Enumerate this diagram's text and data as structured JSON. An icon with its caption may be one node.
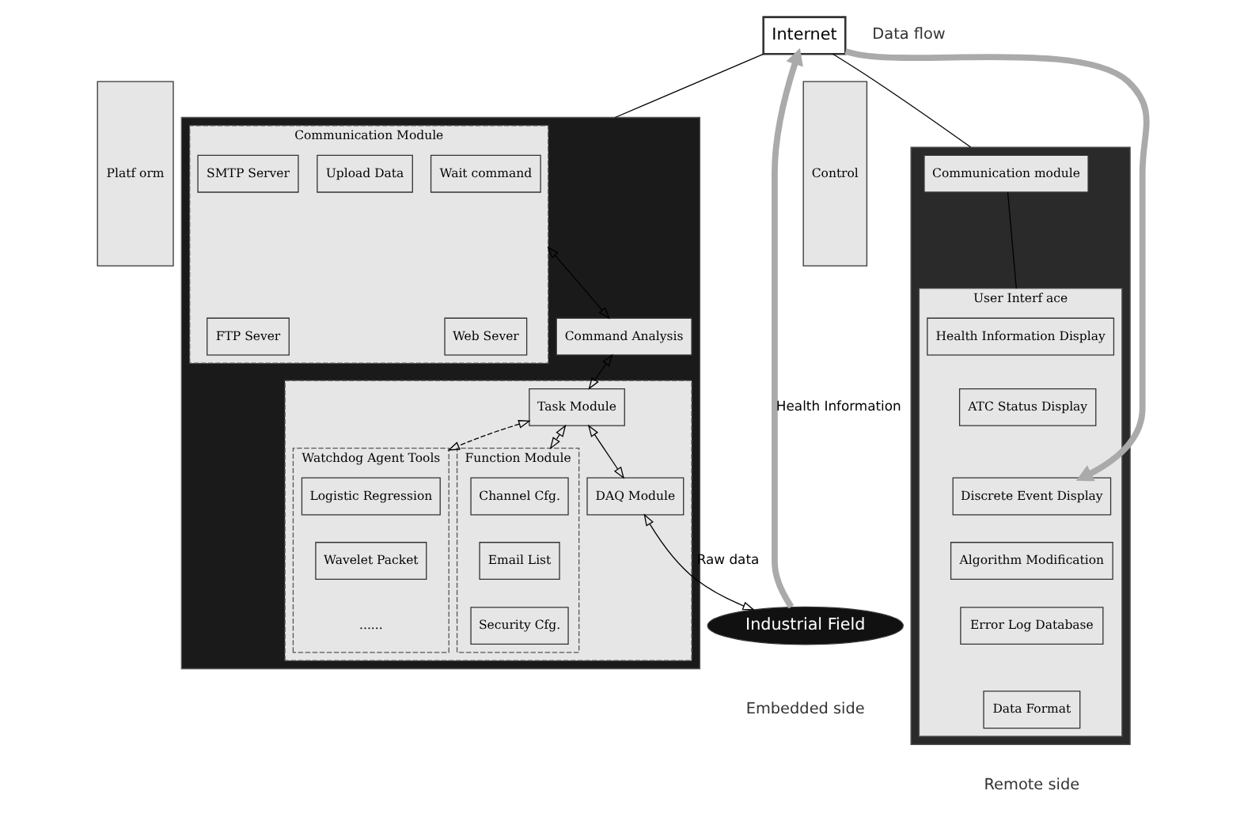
{
  "diagram": {
    "nodes": [
      {
        "text": [
          "Platf orm"
        ]
      },
      {
        "text": [],
        "shape": "box"
      },
      {
        "text": [
          "Communication Module"
        ],
        "in": 1
      },
      {
        "text": [
          "Wait command"
        ],
        "in": 2
      },
      {
        "text": [
          "Upload Data"
        ],
        "in": 2
      },
      {
        "text": [
          "SMTP Server"
        ],
        "in": 2
      },
      {
        "text": [
          "Web Sever"
        ],
        "in": 2
      },
      {
        "text": [
          "FTP Sever"
        ],
        "in": 2
      },
      {
        "text": [
          "Command Analysis"
        ],
        "in": 1
      },
      {
        "text": [],
        "shape": "box",
        "in": 1
      },
      {
        "text": [
          "Watchdog Agent Tools"
        ],
        "in": 9
      },
      {
        "text": [
          "Logistic Regression"
        ],
        "in": 10
      },
      {
        "text": [
          "Wavelet Packet"
        ],
        "in": 10
      },
      {
        "text": [
          "Task Module"
        ],
        "in": 9
      },
      {
        "text": [
          "DAQ Module"
        ],
        "in": 9
      },
      {
        "text": [
          "Function Module"
        ],
        "in": 9
      },
      {
        "text": [
          "Channel Cfg."
        ],
        "in": 15
      },
      {
        "text": [
          "Email List"
        ],
        "in": 15
      },
      {
        "text": [
          "Security Cfg."
        ],
        "in": 15
      },
      {
        "text": [
          "Industrial Field"
        ]
      },
      {
        "text": [
          "Control"
        ]
      },
      {
        "text": [],
        "shape": "box"
      },
      {
        "text": [
          "Communication module"
        ],
        "in": 21
      },
      {
        "text": [
          "User Interf ace"
        ],
        "in": 21
      },
      {
        "text": [
          "Health Information Display"
        ],
        "in": 23
      },
      {
        "text": [
          "ATC Status Display"
        ],
        "in": 23
      },
      {
        "text": [
          "Discrete Event Display"
        ],
        "in": 23
      },
      {
        "text": [
          "Algorithm Modification"
        ],
        "in": 23
      },
      {
        "text": [
          "Error Log Database"
        ],
        "in": 23
      },
      {
        "text": [
          "Data Format"
        ],
        "in": 23
      },
      {
        "text": [
          "Internet"
        ]
      }
    ],
    "edges": [
      {
        "from": 30,
        "to": 1,
        "arrow": "none"
      },
      {
        "from": 30,
        "to": 21,
        "arrow": "none"
      },
      {
        "from": 2,
        "to": 8,
        "arrow": "both"
      },
      {
        "from": 8,
        "to": 13,
        "arrow": "both"
      },
      {
        "from": 10,
        "to": 13,
        "arrow": "both",
        "style": "dashed"
      },
      {
        "from": 13,
        "to": 15,
        "arrow": "both",
        "style": "dashed"
      },
      {
        "from": 13,
        "to": 14,
        "arrow": "both"
      },
      {
        "from": 14,
        "to": 19,
        "label": "Raw data",
        "arrow": "both"
      },
      {
        "from": 22,
        "to": 23,
        "arrow": "none"
      },
      {
        "from": 19,
        "to": 30,
        "label": "Health Information",
        "arrow": "to",
        "style": "thick",
        "color": "#aaaaaa"
      },
      {
        "from": 30,
        "to": 26,
        "arrow": "to",
        "style": "thick",
        "color": "#aaaaaa"
      }
    ],
    "labels": [
      "Data flow",
      "......",
      "Embedded side",
      "Remote side"
    ]
  }
}
